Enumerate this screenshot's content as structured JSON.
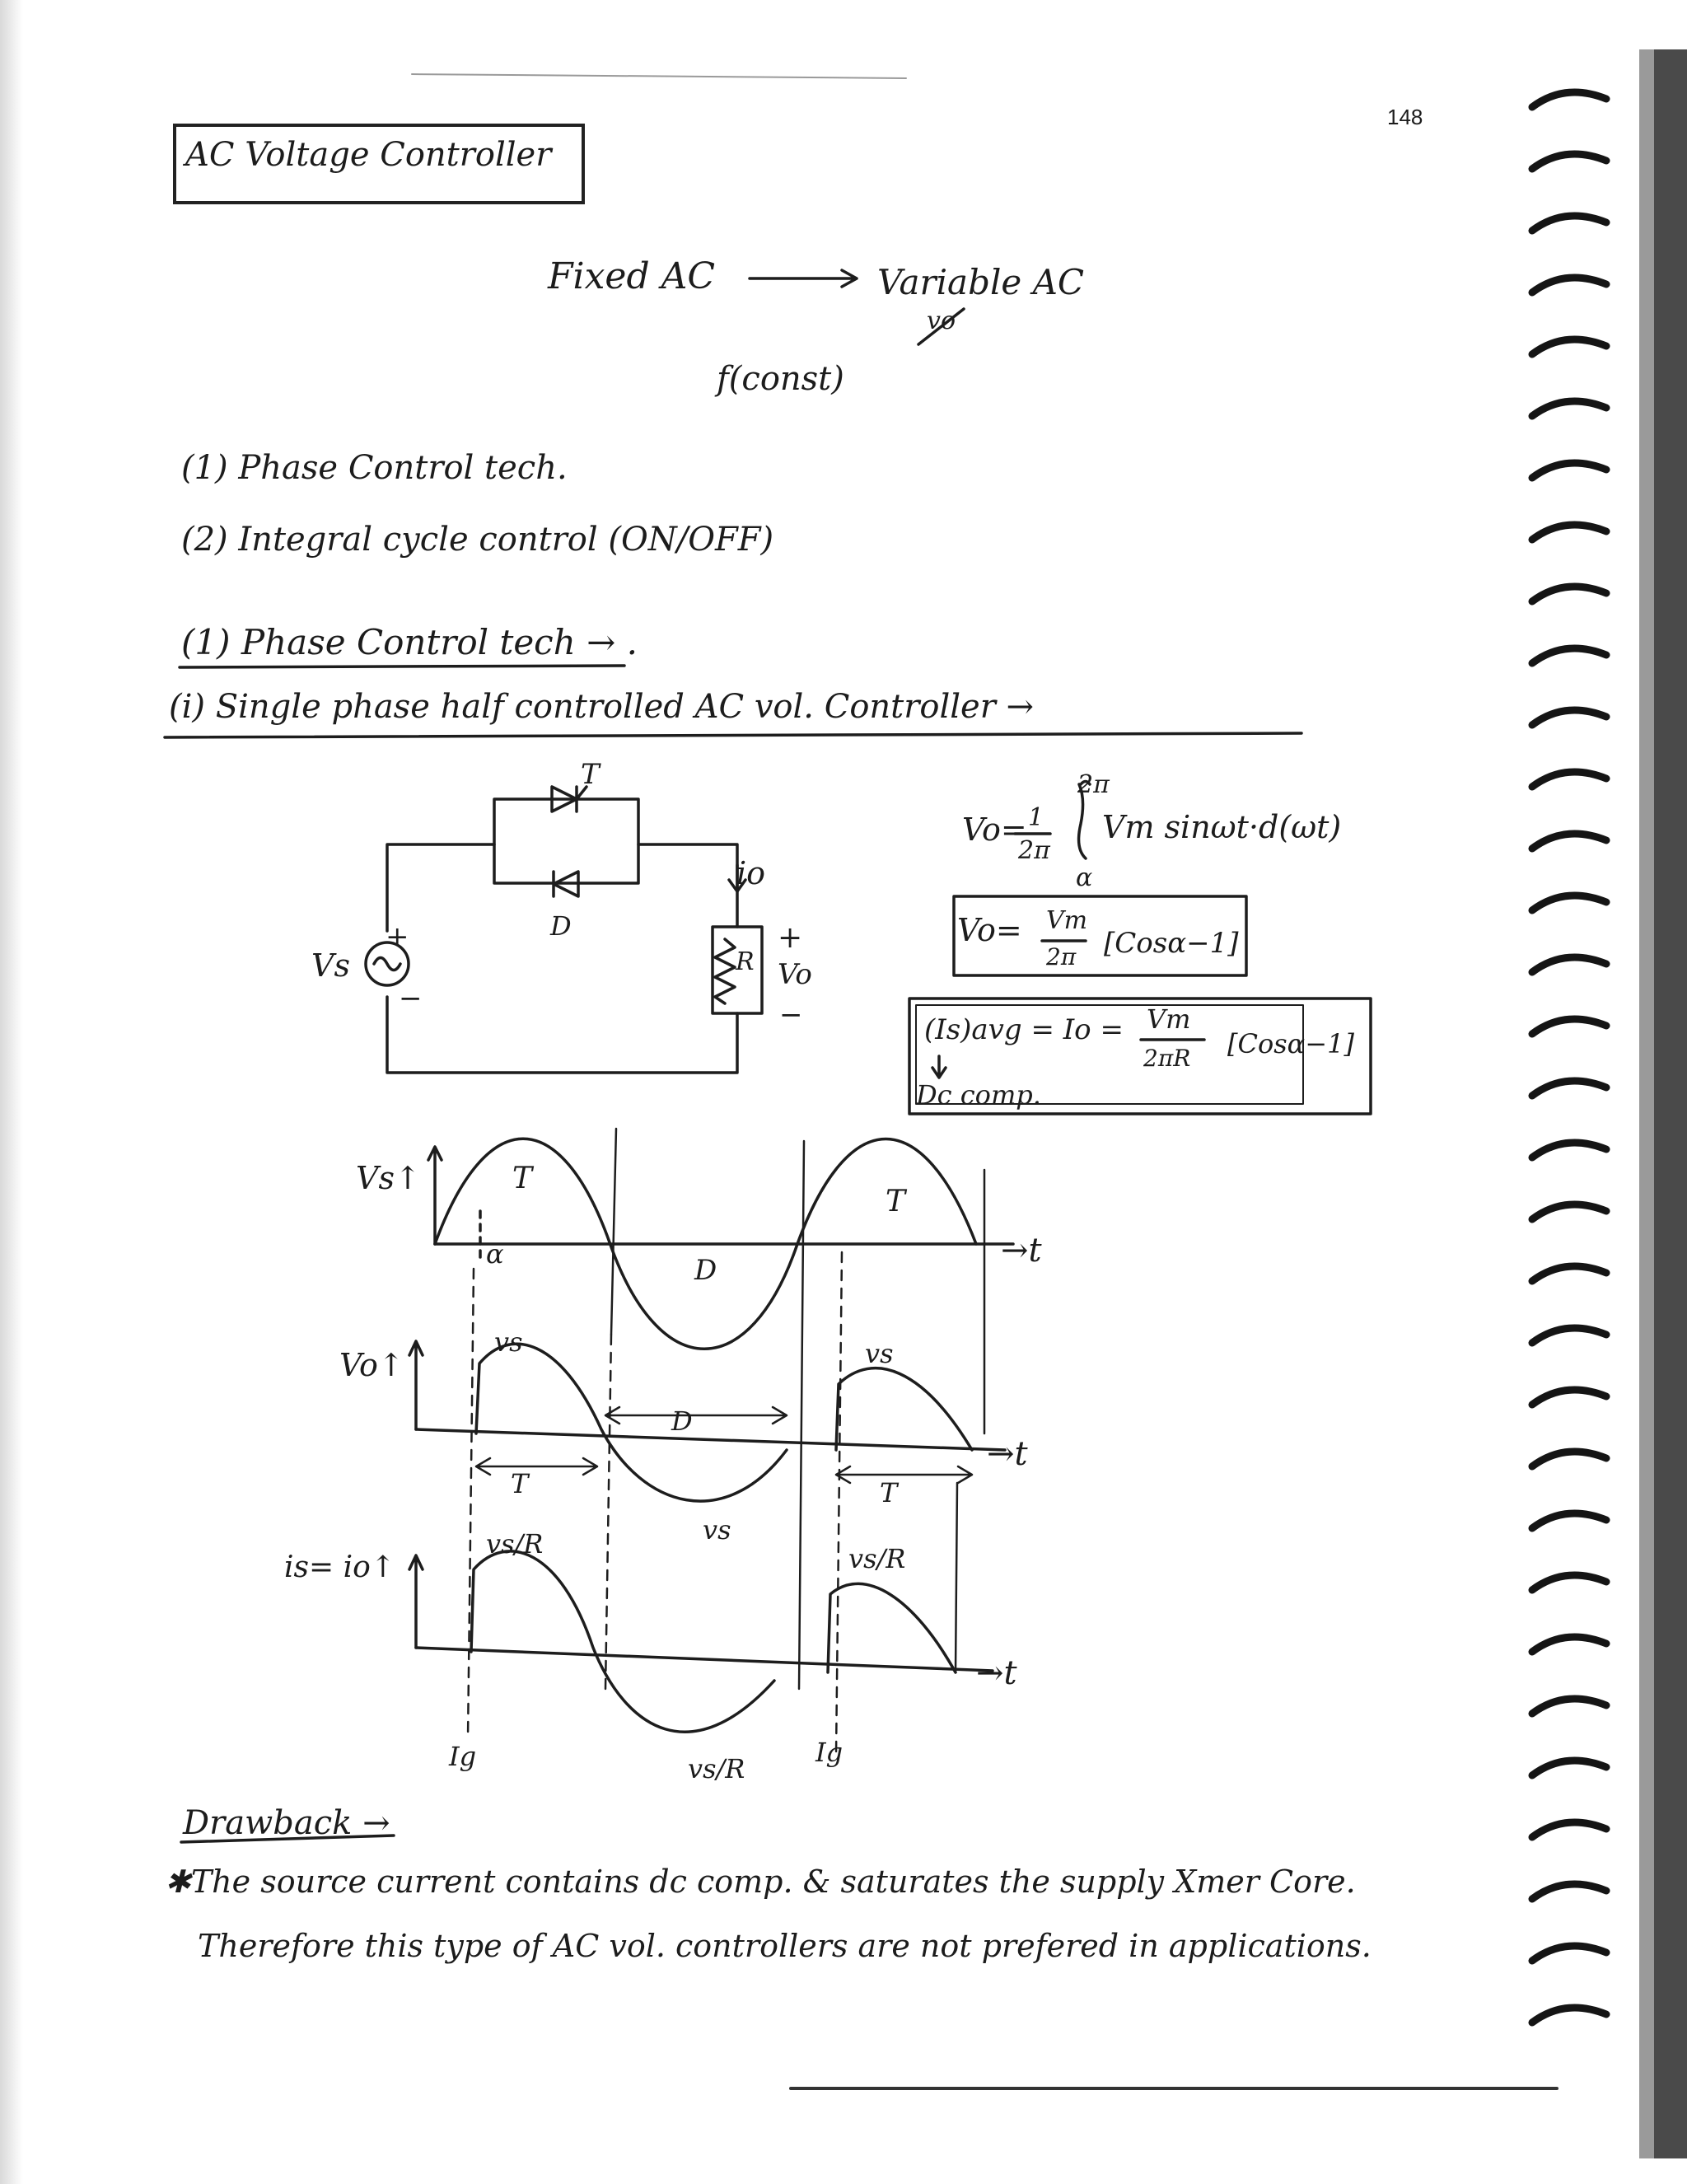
{
  "page_number": "148",
  "title": "AC Voltage Controller",
  "intro": {
    "fixed": "Fixed AC",
    "variable": "Variable AC",
    "vo_note": "vo",
    "freq": "f(const)"
  },
  "methods": [
    "(1) Phase Control tech.",
    "(2) Integral cycle control (ON/OFF)"
  ],
  "section_heading": "(1) Phase Control tech → .",
  "subsection_heading": "(i) Single phase half controlled AC vol. Controller →",
  "circuit": {
    "thyristor": "T",
    "diode": "D",
    "source": "Vs",
    "plus": "+",
    "minus": "−",
    "current": "io",
    "resistor": "R",
    "output": "Vo"
  },
  "equations": {
    "integral_upper": "2π",
    "integral_lower": "α",
    "vo_lhs": "Vo=",
    "frac_num": "1",
    "frac_den": "2π",
    "integrand": "Vm sinωt·d(ωt)",
    "boxed_vo": "Vo= ",
    "boxed_vm": "Vm",
    "boxed_den": "2π",
    "boxed_bracket": "[Cosα−1]",
    "is_lhs": "(Is)avg = Io = ",
    "is_den": "2πR",
    "is_bracket": "[Cosα−1]",
    "dc_comp": "Dc comp."
  },
  "waveforms": {
    "vs_axis": "Vs↑",
    "vo_axis": "Vo↑",
    "is_axis": "is= io↑",
    "t": "→t",
    "T": "T",
    "D": "D",
    "alpha": "α",
    "vs": "vs",
    "vs_R": "vs/R",
    "ig": "Ig"
  },
  "drawback": {
    "heading": "Drawback →",
    "line1": "✱The source current contains dc comp. & saturates the supply Xmer Core.",
    "line2": "Therefore this type of AC vol. controllers are not prefered in applications."
  }
}
